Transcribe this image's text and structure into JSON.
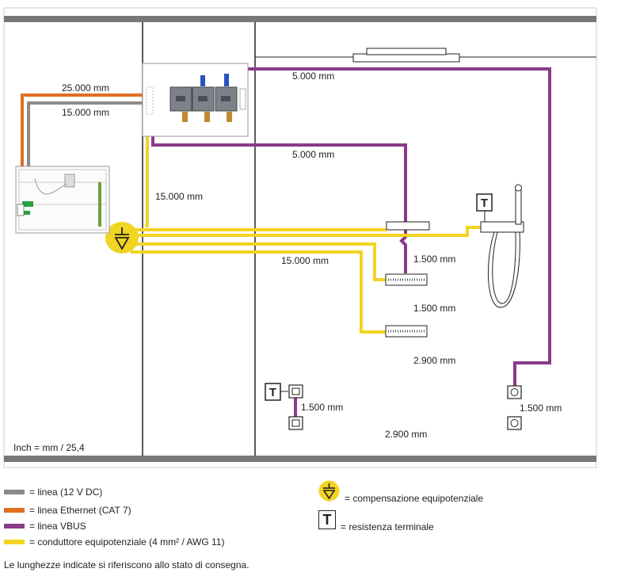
{
  "lengths": {
    "ethernet": "25.000 mm",
    "dc": "15.000 mm",
    "vbus_top": "5.000 mm",
    "vbus_mid": "5.000 mm",
    "equi_vertical": "15.000 mm",
    "equi_horizontal": "15.000 mm",
    "seg_a": "1.500 mm",
    "seg_b": "1.500 mm",
    "bottom_right": "2.900 mm",
    "left_vertical": "1.500 mm",
    "right_vertical": "1.500 mm",
    "bottom": "2.900 mm"
  },
  "terminal_symbol": "T",
  "conversion": "Inch = mm / 25,4",
  "legend": {
    "items": [
      {
        "label": "= linea (12 V DC)",
        "color": "#8a8a8a"
      },
      {
        "label": "= linea Ethernet (CAT 7)",
        "color": "#e07020"
      },
      {
        "label": "= linea VBUS",
        "color": "#8a3a8a"
      },
      {
        "label": "= conduttore equipotenziale (4 mm² / AWG 11)",
        "color": "#f2d422"
      }
    ],
    "equipotential": "= compensazione equipotenziale",
    "terminal": "= resistenza terminale"
  },
  "note": "Le lunghezze indicate si riferiscono allo stato di consegna.",
  "colors": {
    "dc": "#8a8a8a",
    "ethernet": "#e07020",
    "vbus": "#8a3a8a",
    "equipotential": "#f2d422",
    "wall": "#777777"
  }
}
